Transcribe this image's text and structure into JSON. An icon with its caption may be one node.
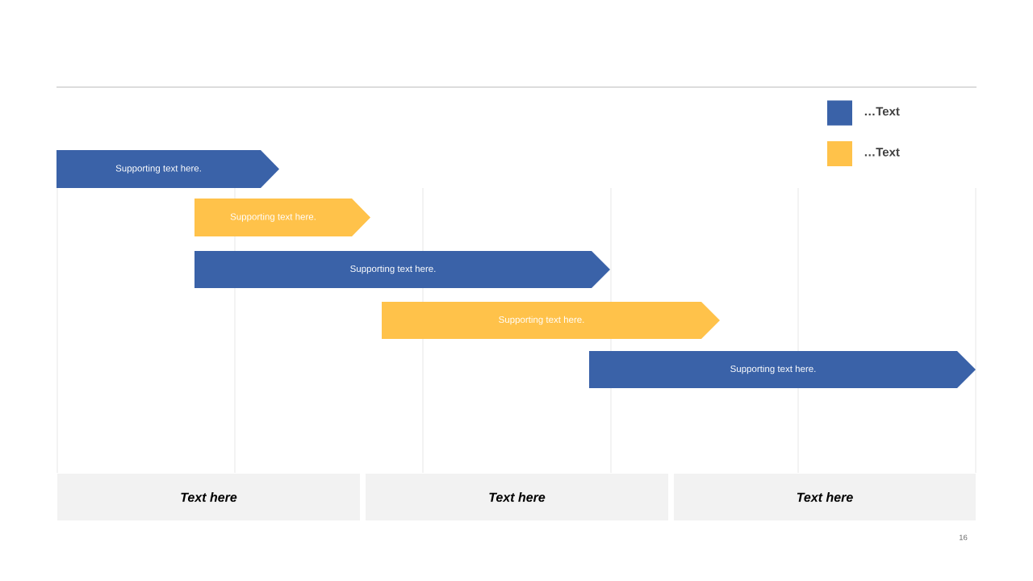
{
  "diagram": {
    "nodes": [
      {
        "text": [
          "Supporting text here."
        ]
      },
      {
        "text": [
          "Supporting text here."
        ]
      },
      {
        "text": [
          "Supporting text here."
        ]
      },
      {
        "text": [
          "Supporting text here."
        ]
      },
      {
        "text": [
          "Supporting text here."
        ]
      },
      {
        "text": [
          "Text here"
        ]
      },
      {
        "text": [
          "Text here"
        ]
      },
      {
        "text": [
          "Text here"
        ]
      }
    ],
    "labels": [
      "16"
    ],
    "legend": [
      {
        "text": "…Text",
        "color": "#3a62a8"
      },
      {
        "text": "…Text",
        "color": "#ffc24a"
      }
    ]
  }
}
